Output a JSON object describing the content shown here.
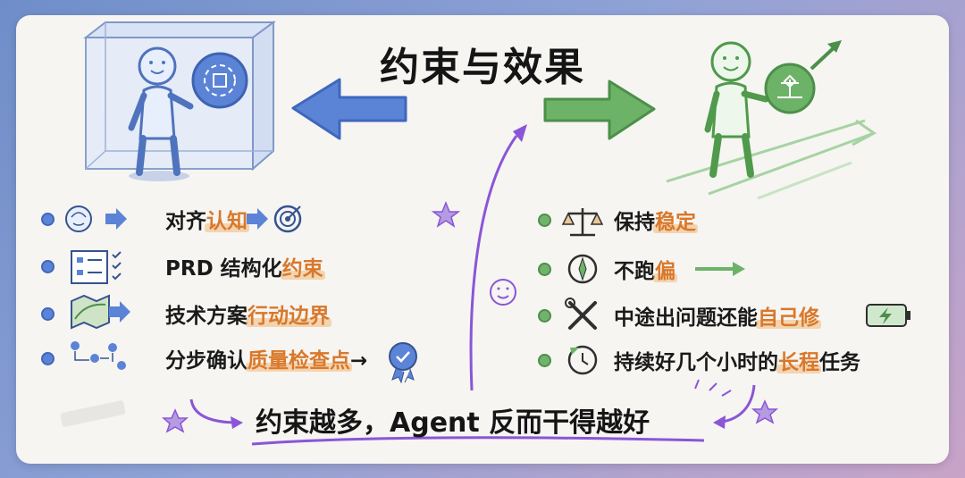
{
  "title": "约束与效果",
  "left_items": [
    {
      "pre": "对齐",
      "hl": "认知",
      "post": ""
    },
    {
      "pre": "PRD 结构化",
      "hl": "约束",
      "post": ""
    },
    {
      "pre": "技术方案",
      "hl": "行动边界",
      "post": ""
    },
    {
      "pre": "分步确认",
      "hl": "质量检查点",
      "post": "→"
    }
  ],
  "right_items": [
    {
      "pre": "保持",
      "hl": "稳定",
      "post": ""
    },
    {
      "pre": "不跑",
      "hl": "偏",
      "post": ""
    },
    {
      "pre": "中途出问题还能",
      "hl": "自己修",
      "post": ""
    },
    {
      "pre": "持续好几个小时的",
      "hl": "长程",
      "post": "任务"
    }
  ],
  "bottom_text": "约束越多，Agent 反而干得越好",
  "colors": {
    "blue_accent": "#5b83d6",
    "green_accent": "#6cb368",
    "highlight": "#d9782a",
    "purple": "#8b55d8"
  },
  "icons": {
    "left_row1": [
      "brain-icon",
      "arrow-icon",
      "arrow-icon",
      "target-icon"
    ],
    "left_row2": "document-checklist-icon",
    "left_row3": [
      "map-icon",
      "arrow-icon"
    ],
    "left_row4": [
      "flow-steps-icon",
      "badge-check-icon"
    ],
    "right_row1": "balance-scale-icon",
    "right_row2": [
      "compass-icon",
      "arrow-icon"
    ],
    "right_row3": [
      "tools-icon",
      "battery-icon"
    ],
    "right_row4": "clock-refresh-icon"
  }
}
